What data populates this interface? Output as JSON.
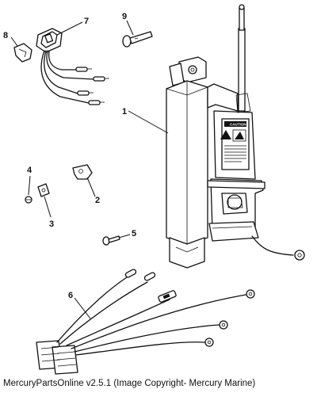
{
  "callouts": {
    "c1": "1",
    "c2": "2",
    "c3": "3",
    "c4": "4",
    "c5": "5",
    "c6": "6",
    "c7": "7",
    "c8": "8",
    "c9": "9"
  },
  "decal": {
    "heading": "CAUTION"
  },
  "footer": {
    "text": "MercuryPartsOnline v2.5.1 (Image Copyright- Mercury Marine)"
  },
  "colors": {
    "ink": "#111111",
    "background": "#ffffff"
  }
}
